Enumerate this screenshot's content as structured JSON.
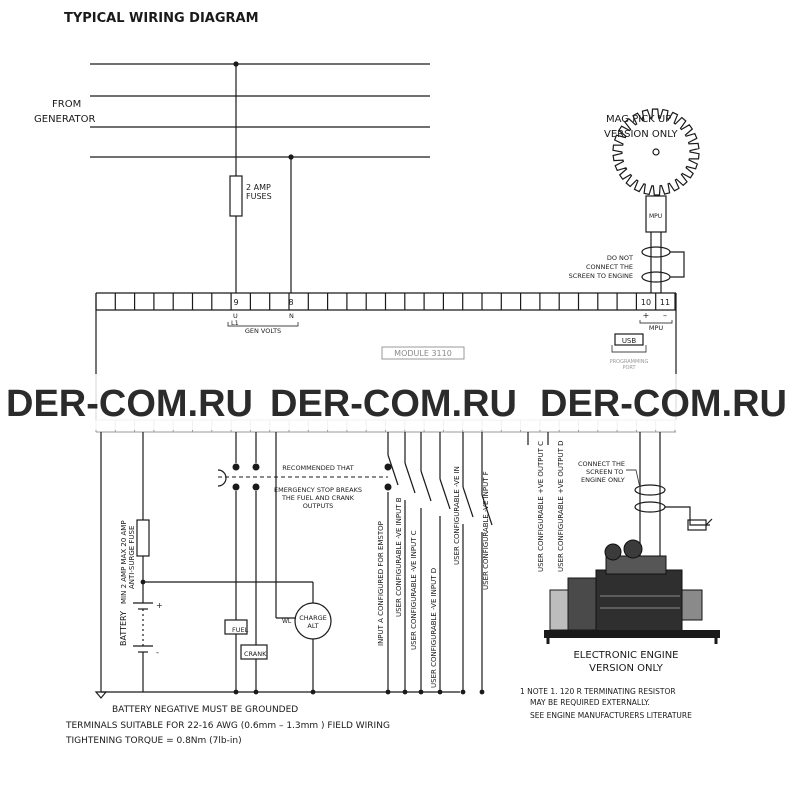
{
  "title": "TYPICAL WIRING DIAGRAM",
  "from_generator": [
    "FROM",
    "GENERATOR"
  ],
  "fuses_label": [
    "2 AMP",
    "FUSES"
  ],
  "mag_pickup": [
    "MAG PICK UP",
    "VERSION ONLY"
  ],
  "mpu_box": "MPU",
  "screen_note_top": [
    "DO NOT",
    "CONNECT THE",
    "SCREEN TO ENGINE"
  ],
  "terminals_top": {
    "t9": "9",
    "t8": "8",
    "t10": "10",
    "t11": "11",
    "u_l1": [
      "U",
      "L1"
    ],
    "n": "N",
    "gen_volts": "GEN VOLTS",
    "mpu_plus": "+",
    "mpu_minus": "–",
    "mpu_label": "MPU"
  },
  "module_name": "MODULE 3110",
  "usb": [
    "USB",
    "PROGRAMMING",
    "PORT"
  ],
  "watermark": [
    "DER-COM.RU",
    "DER-COM.RU",
    "DER-COM.RU"
  ],
  "battery_fuse": [
    "MIN 2 AMP MAX 20 AMP",
    "ANTI-SURGE FUSE"
  ],
  "battery_label": "BATTERY",
  "battery_plus": "+",
  "battery_minus": "-",
  "fuel_label": "FUEL",
  "crank_label": "CRANK",
  "wl_label": "WL",
  "charge_alt": [
    "CHARGE",
    "ALT"
  ],
  "recommend_note": [
    "RECOMMENDED THAT",
    "EMERGENCY STOP BREAKS",
    "THE FUEL AND CRANK",
    "OUTPUTS"
  ],
  "input_labels": [
    "INPUT A CONFIGURED FOR EMSTOP",
    "USER CONFIGURABLE -VE INPUT B",
    "USER CONFIGURABLE -VE INPUT C",
    "USER CONFIGURABLE -VE INPUT D",
    "USER CONFIGURABLE -VE IN",
    "USER CONFIGURABLE -VE INPUT F"
  ],
  "output_labels": [
    "USER CONFIGURABLE +VE OUTPUT C",
    "USER CONFIGURABLE +VE OUTPUT D"
  ],
  "screen_note_bottom": [
    "CONNECT THE",
    "SCREEN TO",
    "ENGINE ONLY"
  ],
  "electronic_engine": [
    "ELECTRONIC ENGINE",
    "VERSION ONLY"
  ],
  "note_resistor": [
    "1 NOTE 1. 120 R TERMINATING RESISTOR",
    "MAY BE REQUIRED EXTERNALLY.",
    "SEE ENGINE MANUFACTURERS LITERATURE"
  ],
  "battery_ground": "BATTERY NEGATIVE MUST BE GROUNDED",
  "terminals_note": "TERMINALS SUITABLE FOR 22-16 AWG (0.6mm – 1.3mm ) FIELD WIRING",
  "torque_note": "TIGHTENING TORQUE = 0.8Nm (7lb-in)"
}
